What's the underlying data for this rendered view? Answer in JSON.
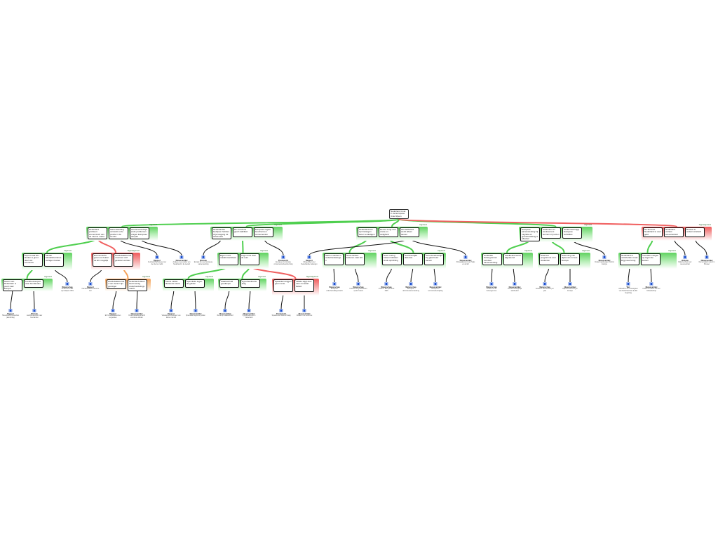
{
  "root": {
    "text": "Nederland moet in de Europese Unie blijven"
  },
  "groups": [
    {
      "label": "Argument",
      "type": "pro",
      "claims": [
        "Nederland profiteert economisch van de interne markt",
        "Samenwerking versterkt onze positie in de wereld",
        "Grensoverschrijdende problemen vragen Europese aanpak"
      ]
    },
    {
      "label": "Argument",
      "type": "pro",
      "claims": [
        "Nederlandse bedrijven hebben vrije toegang tot afzetmarkt",
        "De eurozone geeft stabiliteit",
        "Europese regels beschermen consumenten"
      ]
    },
    {
      "label": "Argument",
      "type": "pro",
      "claims": [
        "Nederland kan zijn belangen beter verdedigen",
        "De EU zorgt voor vrede en veiligheid",
        "Klimaatbeleid werkt alleen samen"
      ]
    },
    {
      "label": "Argument",
      "type": "pro",
      "claims": [
        "Europese samenwerking bij migratie en grensbewaking is effectief",
        "Studenten en werknemers kunnen vrij reizen",
        "Onderzoek krijgt Europese subsidies"
      ]
    },
    {
      "label": "Tegenargument",
      "type": "con",
      "claims": [
        "De EU kost Nederland te veel geld",
        "Nederland verliest soevereiniteit",
        "Brussel is ondemocratisch"
      ]
    },
    {
      "label": "Argument",
      "type": "pro",
      "claims": [
        "Export naar EU landen is groot deel van economie",
        "Minder handelsbarrières verlagen kosten"
      ]
    },
    {
      "label": "Tegenargument",
      "type": "con",
      "claims": [
        "Economische groei ook buiten de EU mogelijk",
        "Handelsakkoorden kunnen zelf gesloten worden"
      ]
    },
    {
      "label": "Argument",
      "type": "pro",
      "claims": [
        "Eigen munt maakt kwetsbaar",
        "Lage rente door de euro"
      ]
    },
    {
      "label": "Argument",
      "type": "pro",
      "claims": [
        "Samen sterker in onderhandelingen",
        "Grote landen luisteren naar EU"
      ]
    },
    {
      "label": "Argument",
      "type": "pro",
      "claims": [
        "Geen oorlog tussen lidstaten sinds oprichting",
        "Gezamenlijke defensie",
        "Terrorismebestrijding gaat beter samen"
      ]
    },
    {
      "label": "Argument",
      "type": "pro",
      "claims": [
        "Gedeelde buitengrenzen vereisen samenwerking",
        "Asielbeleid wordt afgestemd"
      ]
    },
    {
      "label": "Argument",
      "type": "pro",
      "claims": [
        "Erasmus programma voor studenten",
        "Erkenning van diploma's in heel Europa"
      ]
    },
    {
      "label": "Argument",
      "type": "pro",
      "claims": [
        "Nederland is nettobetaler maar krijgt veel terug",
        "Voordelen wegen op tegen de kosten"
      ]
    },
    {
      "label": "Argument",
      "type": "pro",
      "claims": [
        "Haven van Rotterdam is poort naar Europa",
        "Landbouwexport naar buurlanden"
      ]
    },
    {
      "label": "Argument",
      "type": "orange",
      "claims": [
        "Handelsakkoorden van de EU zijn gunstiger",
        "Nederland alleen heeft weinig onderhandelingsmacht"
      ]
    },
    {
      "label": "Argument",
      "type": "pro",
      "claims": [
        "Kleine valuta fluctueren sterk",
        "Speculatie tegen de gulden"
      ]
    },
    {
      "label": "Argument",
      "type": "pro",
      "claims": [
        "Staatsschuld goedkoper",
        "Hypotheekrente laag"
      ]
    },
    {
      "label": "Tegenargument",
      "type": "con",
      "claims": [
        "Spaarders krijgen geen rente",
        "Inflatie stijgt door ruim monetair beleid"
      ]
    }
  ],
  "sources": [
    {
      "title": "Rapport",
      "text": "Centraal Planbureau over de interne markt"
    },
    {
      "title": "Nieuwsartikel",
      "text": "Analyse over positie van Nederland in de wereld"
    },
    {
      "title": "Website",
      "text": "Europa Nu over Europese samenwerking"
    },
    {
      "title": "Persbericht",
      "text": "Europese Commissie consumentenbescherming"
    },
    {
      "title": "Rapport",
      "text": "Clingendael over Nederlandse belangen"
    },
    {
      "title": "Nieuwsartikel",
      "text": "Klimaatakkoord van Parijs en de EU"
    },
    {
      "title": "Nieuwsartikel",
      "text": "Onderzoeksbudget Horizon Europa"
    },
    {
      "title": "Website",
      "text": "Rijksoverheid over soevereiniteit"
    },
    {
      "title": "Nieuwsartikel",
      "text": "Democratisch tekort in Brussel"
    },
    {
      "title": "Wetenschap",
      "text": "Onderzoek naar exportcijfers CBS"
    },
    {
      "title": "Rapport",
      "text": "Handelsbeleid buiten de EU"
    },
    {
      "title": "Wetenschap",
      "text": "Europese onderhandelingsmacht"
    },
    {
      "title": "Wetenschap",
      "text": "Invloed van grote landen op EU beleid"
    },
    {
      "title": "Wetenschap",
      "text": "Vrede in Europa sinds 1945"
    },
    {
      "title": "Wetenschap",
      "text": "Europese defensiesamenwerking"
    },
    {
      "title": "Nieuwsartikel",
      "text": "Europol en terrorismebestrijding"
    },
    {
      "title": "Wetenschap",
      "text": "Frontex en de buitengrenzen"
    },
    {
      "title": "Nieuwsartikel",
      "text": "Gemeenschappelijk asielbeleid"
    },
    {
      "title": "Wetenschap",
      "text": "Erasmus deelnemers per jaar"
    },
    {
      "title": "Nieuwsartikel",
      "text": "Diploma erkenning in Europa"
    },
    {
      "title": "Wet",
      "text": "Afdrachten en ontvangsten van Nederland aan de EU begroting"
    },
    {
      "title": "Nieuwsartikel",
      "text": "Kosten en baten van het lidmaatschap"
    },
    {
      "title": "Rapport",
      "text": "Havenbedrijf Rotterdam jaarverslag"
    },
    {
      "title": "Website",
      "text": "Landbouwexport naar buurlanden"
    },
    {
      "title": "Rapport",
      "text": "EU handelsakkoorden vergeleken"
    },
    {
      "title": "Nieuwsartikel",
      "text": "Onderhandelingsmacht van kleine landen"
    },
    {
      "title": "Rapport",
      "text": "Valutaschommelingen van kleine munten"
    },
    {
      "title": "Nieuwsartikel",
      "text": "Speculatie tegen de gulden"
    },
    {
      "title": "Nieuwsartikel",
      "text": "Rente op staatsschuld"
    },
    {
      "title": "Nieuwsartikel",
      "text": "Hypotheekrente in Nederland"
    },
    {
      "title": "Persbericht",
      "text": "Spaarrente historisch laag"
    },
    {
      "title": "Nieuwsartikel",
      "text": "Inflatie in de eurozone"
    }
  ],
  "colors": {
    "pro": "#4fcf4f",
    "con": "#f06060",
    "orange": "#f5a35a",
    "source_line": "#111111"
  }
}
